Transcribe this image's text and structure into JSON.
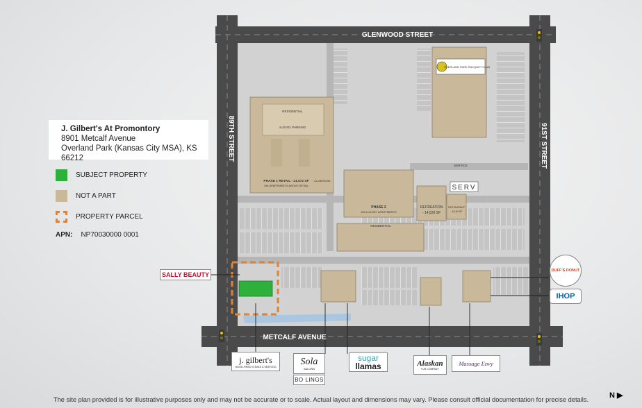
{
  "property": {
    "name": "J. Gilbert's At Promontory",
    "address_line1": "8901 Metcalf Avenue",
    "address_line2": "Overland Park (Kansas City MSA), KS 66212"
  },
  "legend": [
    {
      "label": "SUBJECT PROPERTY",
      "color": "#2eb13c",
      "style": "fill"
    },
    {
      "label": "NOT A PART",
      "color": "#c9b99a",
      "style": "fill"
    },
    {
      "label": "PROPERTY PARCEL",
      "color": "#d9843a",
      "style": "dashed"
    }
  ],
  "apn": {
    "label": "APN:",
    "value": "NP70030000 0001"
  },
  "streets": {
    "north": "GLENWOOD STREET",
    "west": "89TH STREET",
    "east": "91ST STREET",
    "south": "METCALF AVENUE"
  },
  "buildings": {
    "residential_top": "RESIDENTIAL",
    "parking_garage": "4 LEVEL PARKING",
    "phase1": "PHASE 1 RETAIL - 21,572 SF",
    "phase1_sub": "244 APARTMENTS ABOVE RETAIL",
    "clubhouse": "CLUBHOUSE",
    "phase2": "PHASE 2",
    "phase2_sub": "150 LUXURY APARTMENTS",
    "recreation": "RECREATION",
    "recreation_sub": "- 14,520 SF",
    "restaurant": "RESTAURANT",
    "restaurant_sub": "- 6,164 SF",
    "residential_mid": "RESIDENTIAL",
    "service": "SERVICE",
    "racquet_club": "OVERLAND PARK RACQUET CLUB",
    "serv_sign": "SERV"
  },
  "tenants": {
    "sally": "SALLY BEAUTY",
    "jgilberts": "j. gilbert's",
    "jgilberts_sub": "WOOD-FIRED STEAKS & SEAFOOD",
    "sola": "Sola",
    "sola_sub": "SALONS",
    "bolings": "BO LINGS",
    "sugar": "sugar",
    "llamas": "llamas",
    "alaskan": "Alaskan",
    "alaskan_sub": "FUR COMPANY",
    "massage": "Massage Envy",
    "donut": "DUFF'S DONUT",
    "ihop": "IHOP"
  },
  "colors": {
    "road": "#4a4a4a",
    "lot": "#c4c4c4",
    "lot_line": "#ffffff",
    "building": "#c9b99a",
    "subject": "#2eb13c",
    "parcel": "#d9843a",
    "water": "#a9c7e0",
    "sally_red": "#c8102e",
    "ihop_blue": "#0062ae"
  },
  "disclaimer": "The site plan provided is for illustrative purposes only and may not be accurate or to scale. Actual layout and dimensions may vary. Please consult official documentation for precise details.",
  "north_label": "N"
}
